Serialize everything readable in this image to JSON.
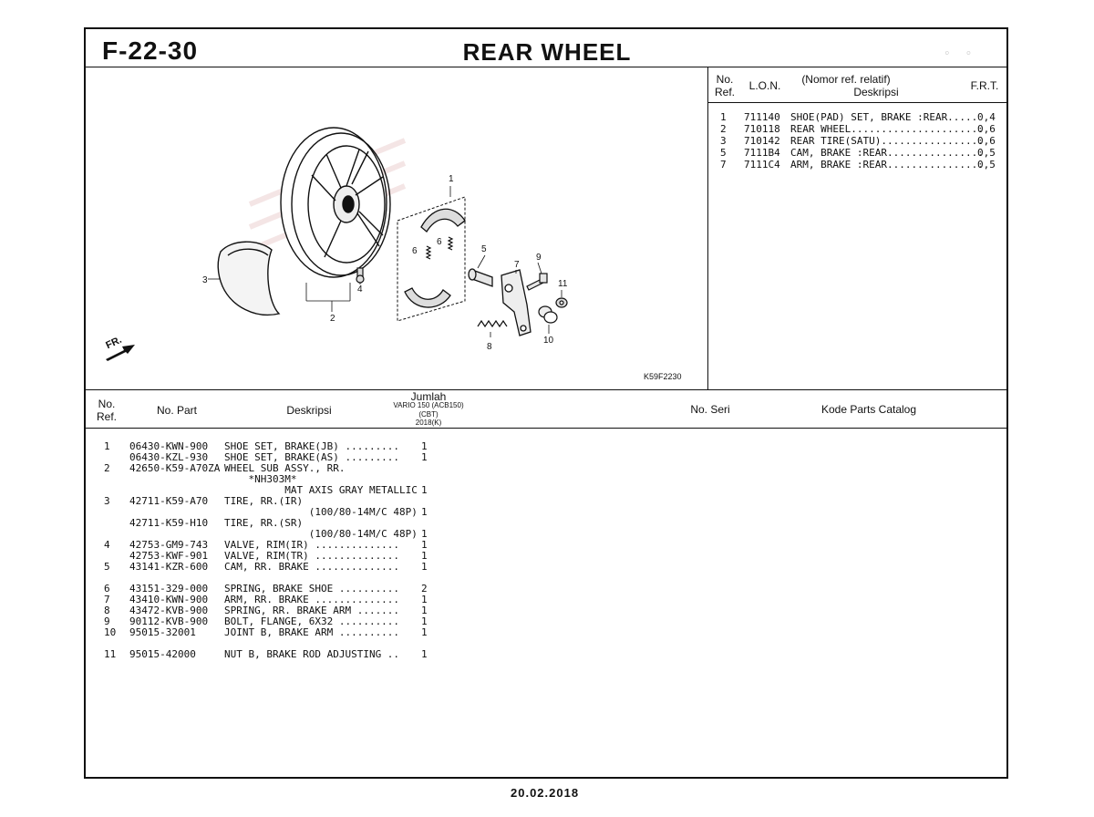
{
  "header": {
    "page_number": "F-22-30",
    "title": "REAR WHEEL"
  },
  "lon_table": {
    "headers": {
      "ref": "No.\nRef.",
      "lon": "L.O.N.",
      "desc_top": "(Nomor ref. relatif)",
      "desc_bottom": "Deskripsi",
      "frt": "F.R.T."
    },
    "rows": [
      {
        "ref": "1",
        "lon": "711140",
        "desc": "SHOE(PAD) SET, BRAKE :REAR.....",
        "frt": "0,4"
      },
      {
        "ref": "2",
        "lon": "710118",
        "desc": "REAR WHEEL......................",
        "frt": "0,6"
      },
      {
        "ref": "3",
        "lon": "710142",
        "desc": "REAR TIRE(SATU).................",
        "frt": "0,6"
      },
      {
        "ref": "5",
        "lon": "7111B4",
        "desc": "CAM, BRAKE :REAR................",
        "frt": "0,5"
      },
      {
        "ref": "7",
        "lon": "7111C4",
        "desc": "ARM, BRAKE :REAR................",
        "frt": "0,5"
      }
    ]
  },
  "diagram": {
    "code": "K59F2230",
    "direction_label": "FR.",
    "callouts": [
      "1",
      "2",
      "3",
      "4",
      "5",
      "6",
      "6",
      "7",
      "8",
      "9",
      "10",
      "11"
    ]
  },
  "parts_table": {
    "headers": {
      "ref": "No.\nRef.",
      "part": "No. Part",
      "desc": "Deskripsi",
      "qty_title": "Jumlah",
      "qty_model": "VARIO 150 (ACB150)",
      "qty_type": "(CBT)",
      "qty_year": "2018(K)",
      "serial": "No. Seri",
      "catalog": "Kode Parts Catalog"
    },
    "rows": [
      {
        "ref": "1",
        "part": "06430-KWN-900",
        "desc": "SHOE SET, BRAKE(JB) .........",
        "qty": "1"
      },
      {
        "ref": "",
        "part": "06430-KZL-930",
        "desc": "SHOE SET, BRAKE(AS) .........",
        "qty": "1"
      },
      {
        "ref": "2",
        "part": "42650-K59-A70ZA",
        "desc": "WHEEL SUB ASSY., RR.",
        "qty": ""
      },
      {
        "ref": "",
        "part": "",
        "desc": "    *NH303M*",
        "qty": ""
      },
      {
        "ref": "",
        "part": "",
        "desc": "          MAT AXIS GRAY METALLIC",
        "qty": "1"
      },
      {
        "ref": "3",
        "part": "42711-K59-A70",
        "desc": "TIRE, RR.(IR)",
        "qty": ""
      },
      {
        "ref": "",
        "part": "",
        "desc": "              (100/80-14M/C 48P)",
        "qty": "1"
      },
      {
        "ref": "",
        "part": "42711-K59-H10",
        "desc": "TIRE, RR.(SR)",
        "qty": ""
      },
      {
        "ref": "",
        "part": "",
        "desc": "              (100/80-14M/C 48P)",
        "qty": "1"
      },
      {
        "ref": "4",
        "part": "42753-GM9-743",
        "desc": "VALVE, RIM(IR) ..............",
        "qty": "1"
      },
      {
        "ref": "",
        "part": "42753-KWF-901",
        "desc": "VALVE, RIM(TR) ..............",
        "qty": "1"
      },
      {
        "ref": "5",
        "part": "43141-KZR-600",
        "desc": "CAM, RR. BRAKE ..............",
        "qty": "1"
      },
      {
        "ref": "6",
        "part": "43151-329-000",
        "desc": "SPRING, BRAKE SHOE ..........",
        "qty": "2"
      },
      {
        "ref": "7",
        "part": "43410-KWN-900",
        "desc": "ARM, RR. BRAKE ..............",
        "qty": "1"
      },
      {
        "ref": "8",
        "part": "43472-KVB-900",
        "desc": "SPRING, RR. BRAKE ARM .......",
        "qty": "1"
      },
      {
        "ref": "9",
        "part": "90112-KVB-900",
        "desc": "BOLT, FLANGE, 6X32 ..........",
        "qty": "1"
      },
      {
        "ref": "10",
        "part": "95015-32001",
        "desc": "JOINT B, BRAKE ARM ..........",
        "qty": "1"
      },
      {
        "ref": "11",
        "part": "95015-42000",
        "desc": "NUT B, BRAKE ROD ADJUSTING ..",
        "qty": "1"
      }
    ]
  },
  "footer": {
    "date": "20.02.2018"
  }
}
